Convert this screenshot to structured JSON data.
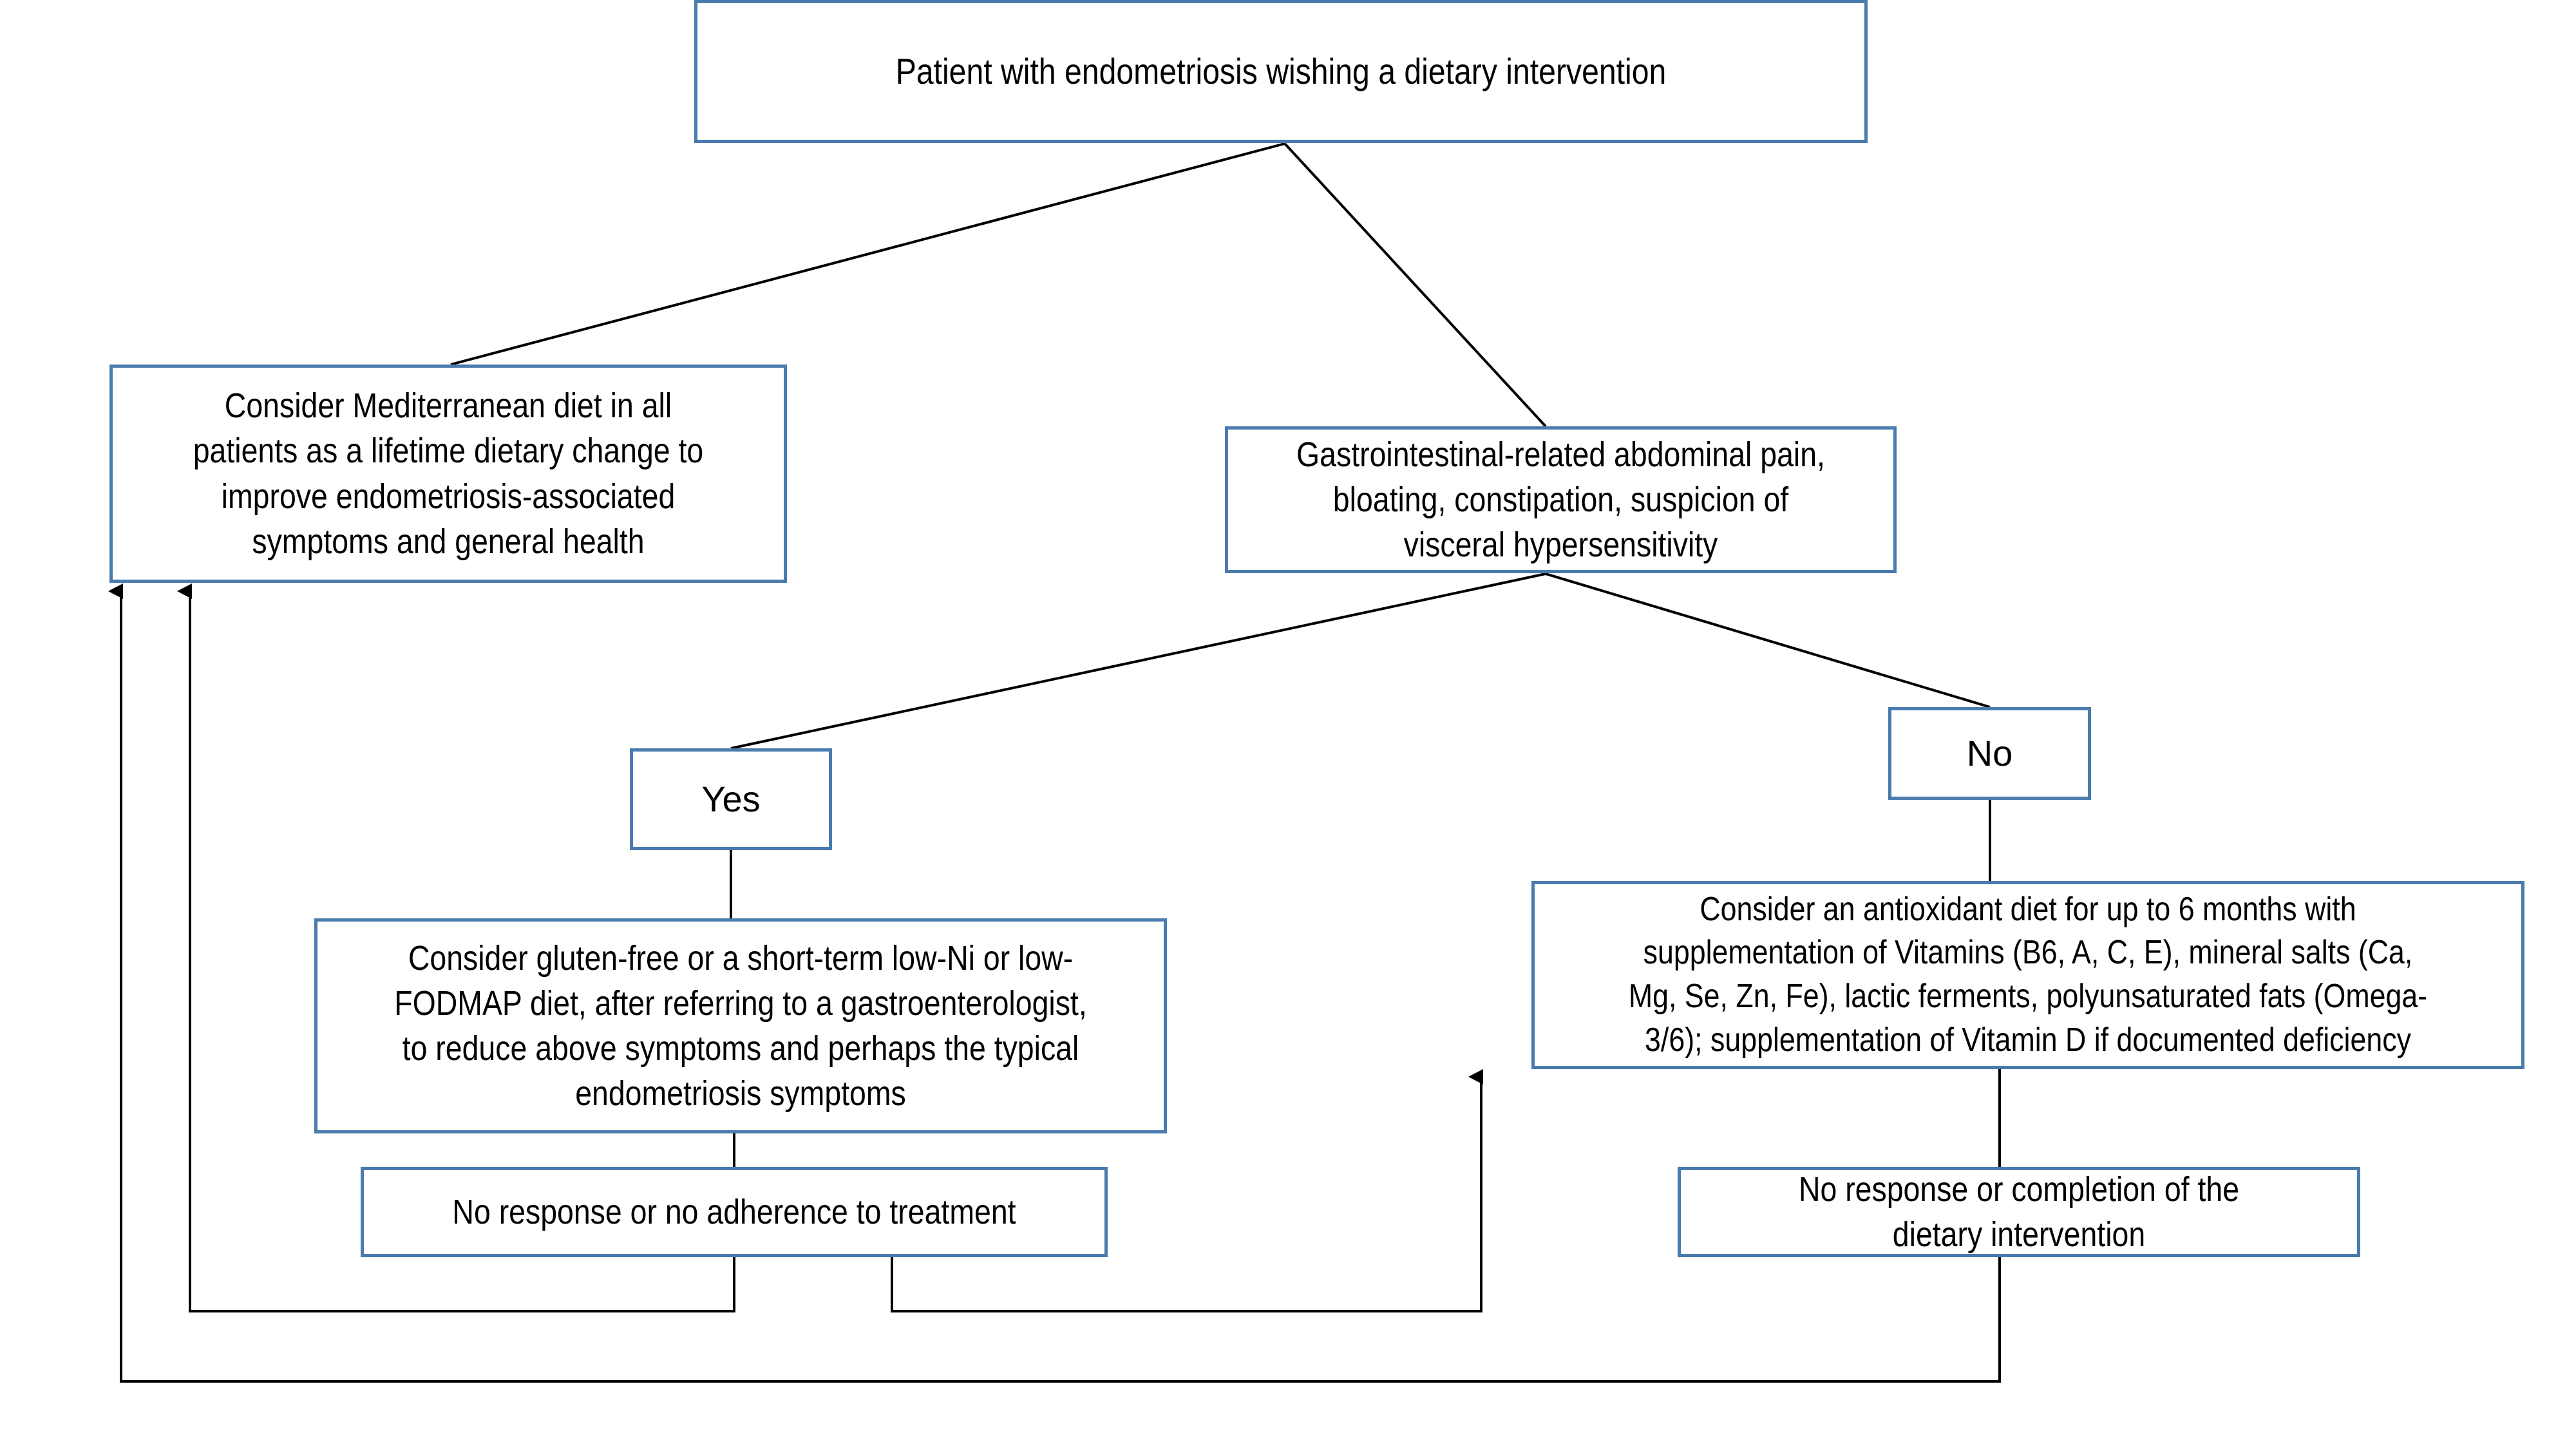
{
  "diagram": {
    "title": "Dietary intervention decision flowchart for patients with endometriosis",
    "colors": {
      "box_border": "#4A7BAE",
      "box_fill": "#FFFFFF",
      "connector": "#000000",
      "background": "#FFFFFF"
    },
    "nodes": {
      "start": {
        "id": "start",
        "label": "Patient with endometriosis wishing a dietary intervention"
      },
      "mediterranean": {
        "id": "mediterranean",
        "label": "Consider Mediterranean diet in all\npatients as a lifetime dietary change to\nimprove endometriosis-associated\nsymptoms and general health"
      },
      "gastrointestinal": {
        "id": "gastrointestinal",
        "label": "Gastrointestinal-related abdominal pain,\nbloating, constipation, suspicion of\nvisceral hypersensitivity"
      },
      "yes": {
        "id": "yes",
        "label": "Yes"
      },
      "no": {
        "id": "no",
        "label": "No"
      },
      "gluten_free": {
        "id": "gluten_free",
        "label": "Consider gluten-free or a short-term low-Ni or low-\nFODMAP diet, after referring to a gastroenterologist,\nto reduce above symptoms and perhaps the typical\nendometriosis symptoms"
      },
      "antioxidant": {
        "id": "antioxidant",
        "label": "Consider an antioxidant diet for up to 6 months with\nsupplementation of Vitamins (B6, A, C, E), mineral salts (Ca,\nMg, Se, Zn, Fe), lactic ferments, polyunsaturated fats (Omega-\n3/6); supplementation of Vitamin D if documented deficiency"
      },
      "no_response_adherence": {
        "id": "no_response_adherence",
        "label": "No response or no adherence to treatment"
      },
      "no_response_completion": {
        "id": "no_response_completion",
        "label": "No response or completion of the\ndietary intervention"
      }
    },
    "edges": [
      {
        "from": "start",
        "to": "mediterranean",
        "style": "diagonal",
        "arrow": false
      },
      {
        "from": "start",
        "to": "gastrointestinal",
        "style": "diagonal",
        "arrow": false
      },
      {
        "from": "gastrointestinal",
        "to": "yes",
        "style": "diagonal",
        "arrow": false
      },
      {
        "from": "gastrointestinal",
        "to": "no",
        "style": "diagonal",
        "arrow": false
      },
      {
        "from": "yes",
        "to": "gluten_free",
        "style": "vertical",
        "arrow": false
      },
      {
        "from": "no",
        "to": "antioxidant",
        "style": "vertical",
        "arrow": false
      },
      {
        "from": "gluten_free",
        "to": "no_response_adherence",
        "style": "vertical",
        "arrow": false
      },
      {
        "from": "no_response_adherence",
        "to": "antioxidant",
        "style": "orthogonal",
        "arrow": true
      },
      {
        "from": "no_response_adherence",
        "to": "mediterranean",
        "style": "orthogonal",
        "arrow": true
      },
      {
        "from": "antioxidant",
        "to": "no_response_completion",
        "style": "vertical",
        "arrow": false
      },
      {
        "from": "no_response_completion",
        "to": "mediterranean",
        "style": "orthogonal",
        "arrow": true
      }
    ]
  }
}
